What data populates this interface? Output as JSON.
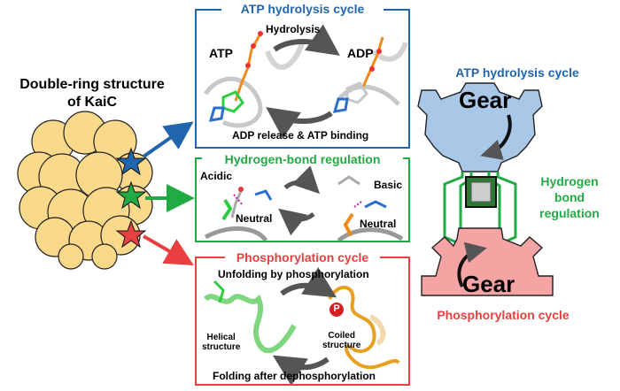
{
  "left": {
    "title_line1": "Double-ring structure",
    "title_line2": "of KaiC"
  },
  "atp_panel": {
    "title": "ATP hydrolysis cycle",
    "atp": "ATP",
    "adp": "ADP",
    "hydrolysis": "Hydrolysis",
    "release": "ADP release & ATP binding",
    "color": "#2166ac"
  },
  "hb_panel": {
    "title": "Hydrogen-bond regulation",
    "acidic": "Acidic",
    "basic": "Basic",
    "neutral_left": "Neutral",
    "neutral_right": "Neutral",
    "color": "#22aa44"
  },
  "phos_panel": {
    "title": "Phosphorylation cycle",
    "unfolding": "Unfolding by phosphorylation",
    "folding": "Folding after dephosphorylation",
    "helical_1": "Helical",
    "helical_2": "structure",
    "coiled_1": "Coiled",
    "coiled_2": "structure",
    "p_mark": "P",
    "color": "#e84040"
  },
  "gears": {
    "top_label": "ATP hydrolysis cycle",
    "top_gear": "Gear",
    "bottom_gear": "Gear",
    "hbond_1": "Hydrogen",
    "hbond_2": "bond",
    "hbond_3": "regulation",
    "bottom_label": "Phosphorylation cycle"
  }
}
